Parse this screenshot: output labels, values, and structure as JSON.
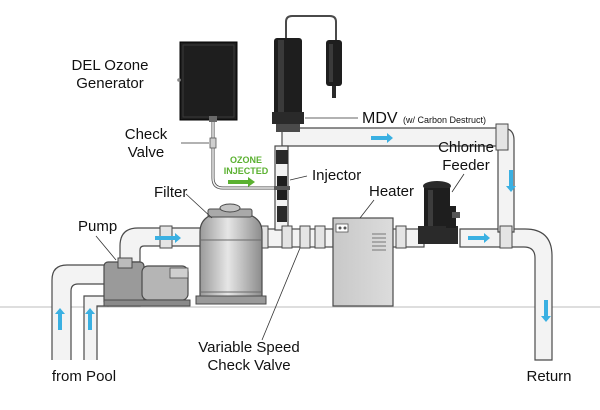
{
  "labels": {
    "ozone_generator_line1": "DEL Ozone",
    "ozone_generator_line2": "Generator",
    "check_valve_line1": "Check",
    "check_valve_line2": "Valve",
    "mdv": "MDV",
    "mdv_note": "(w/ Carbon Destruct)",
    "chlorine_line1": "Chlorine",
    "chlorine_line2": "Feeder",
    "ozone_line1": "OZONE",
    "ozone_line2": "INJECTED",
    "injector": "Injector",
    "heater": "Heater",
    "filter": "Filter",
    "pump": "Pump",
    "vscv_line1": "Variable Speed",
    "vscv_line2": "Check Valve",
    "from_pool": "from Pool",
    "return": "Return"
  },
  "colors": {
    "flow_arrow": "#3ab0e2",
    "ozone_text": "#5bb131",
    "equipment_dark": "#1e1e1e",
    "pipe": "#f2f2f2",
    "pipe_outline": "#4a4a4a",
    "equipment_grey": "#d2d2d2"
  },
  "icons": {
    "flow": "flow-arrow-icon"
  }
}
